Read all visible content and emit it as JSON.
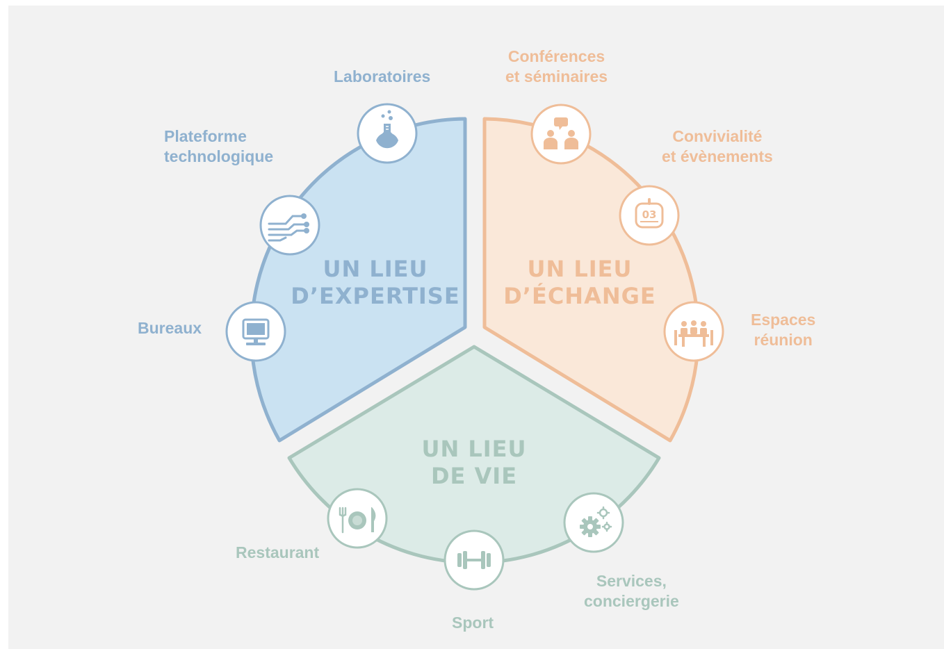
{
  "colors": {
    "background": "#f2f2f2",
    "expertise_fill": "#cae2f2",
    "expertise_stroke": "#8fb1cf",
    "echange_fill": "#fae8d9",
    "echange_stroke": "#efbd98",
    "vie_fill": "#dcebe7",
    "vie_stroke": "#a9c6bc"
  },
  "sections": {
    "expertise": {
      "title": "UN LIEU\nD’EXPERTISE",
      "items": [
        {
          "label": "Laboratoires",
          "icon": "lab-flask-icon"
        },
        {
          "label": "Plateforme\ntechnologique",
          "icon": "circuit-icon"
        },
        {
          "label": "Bureaux",
          "icon": "computer-monitor-icon"
        }
      ]
    },
    "echange": {
      "title": "UN LIEU\nD’ÉCHANGE",
      "items": [
        {
          "label": "Conférences\net séminaires",
          "icon": "speech-people-icon"
        },
        {
          "label": "Convivialité\net évènements",
          "icon": "calendar-icon",
          "icon_text": "03"
        },
        {
          "label": "Espaces\nréunion",
          "icon": "meeting-table-icon"
        }
      ]
    },
    "vie": {
      "title": "UN LIEU\nDE VIE",
      "items": [
        {
          "label": "Restaurant",
          "icon": "restaurant-plate-icon"
        },
        {
          "label": "Sport",
          "icon": "dumbbell-icon"
        },
        {
          "label": "Services,\nconciergerie",
          "icon": "gears-icon"
        }
      ]
    }
  }
}
